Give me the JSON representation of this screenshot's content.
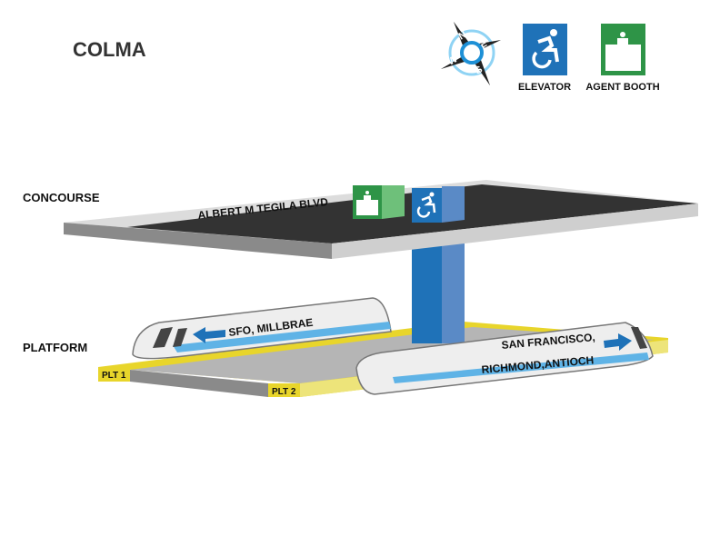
{
  "station_name": "COLMA",
  "legend": {
    "compass": {
      "north": "N",
      "east": "E",
      "south": "S",
      "west": "W"
    },
    "elevator_label": "ELEVATOR",
    "agent_booth_label": "AGENT BOOTH"
  },
  "levels": {
    "concourse": "CONCOURSE",
    "platform": "PLATFORM"
  },
  "street_label": "ALBERT M TEGILA BLVD",
  "platforms": {
    "plt1": "PLT 1",
    "plt2": "PLT 2"
  },
  "trains": {
    "left": {
      "destination": "SFO, MILLBRAE"
    },
    "right": {
      "destination_line1": "SAN FRANCISCO,",
      "destination_line2": "RICHMOND,ANTIOCH"
    }
  },
  "colors": {
    "elevator_blue": "#1f72b8",
    "booth_green": "#2e9447",
    "platform_yellow": "#e8d52b",
    "concourse_dark": "#333333"
  }
}
